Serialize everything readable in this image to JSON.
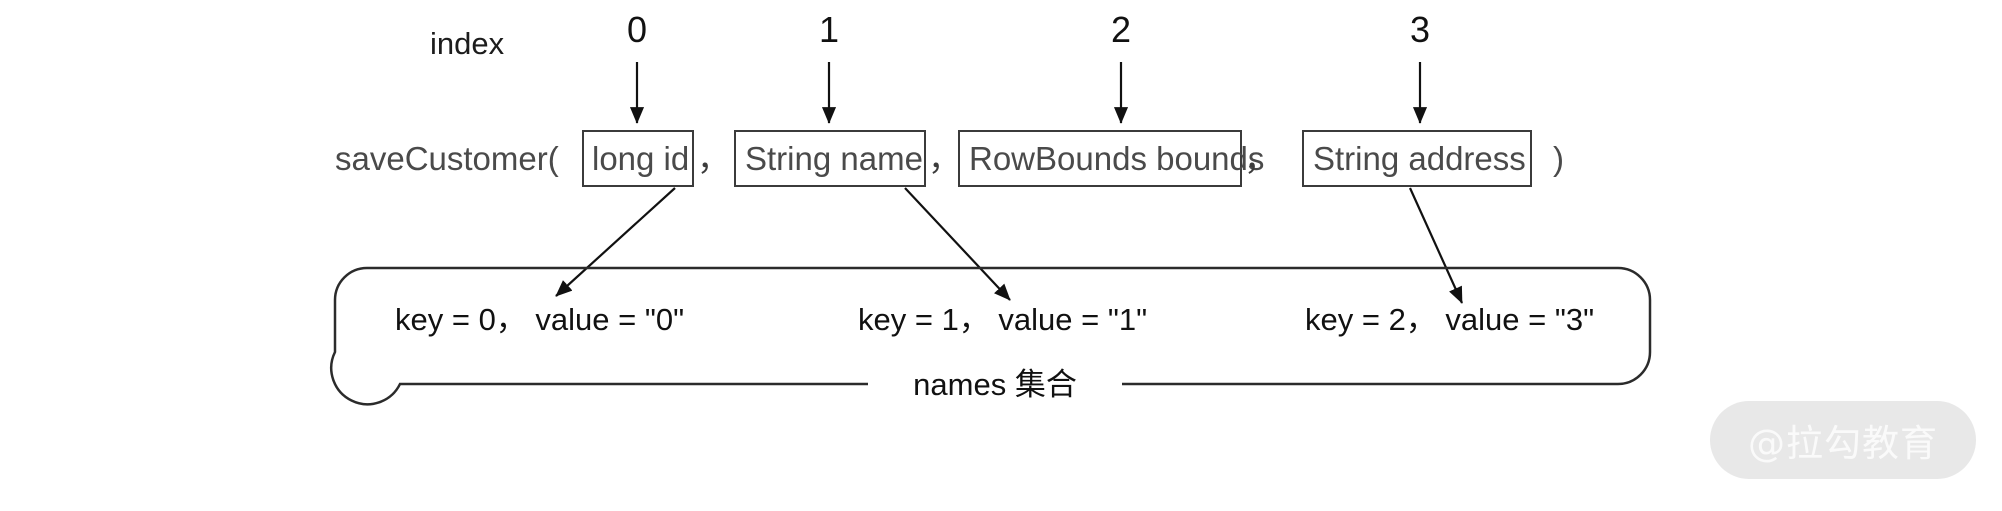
{
  "diagram": {
    "index_row": {
      "label": "index",
      "numbers": [
        "0",
        "1",
        "2",
        "3"
      ]
    },
    "signature": {
      "method_name": "saveCustomer(",
      "close_paren": ")",
      "separator": "，",
      "params": [
        {
          "text": "long id",
          "index": "0"
        },
        {
          "text": "String name",
          "index": "1"
        },
        {
          "text": "RowBounds bounds",
          "index": "2"
        },
        {
          "text": "String address",
          "index": "3"
        }
      ]
    },
    "collection": {
      "title": "names 集合",
      "entries": [
        {
          "key_part": "key = 0，",
          "value_part": "value = \"0\"",
          "full": "key = 0，  value = \"0\""
        },
        {
          "key_part": "key = 1，",
          "value_part": "value = \"1\"",
          "full": "key = 1，  value = \"1\""
        },
        {
          "key_part": "key = 2，",
          "value_part": "value = \"3\"",
          "full": "key = 2，  value = \"3\""
        }
      ]
    },
    "mapping_arrows": [
      {
        "from_param": "long id",
        "to_entry": "key = 0，  value = \"0\""
      },
      {
        "from_param": "String name",
        "to_entry": "key = 1，  value = \"1\""
      },
      {
        "from_param": "String address",
        "to_entry": "key = 2，  value = \"3\""
      }
    ],
    "watermark": "@拉勾教育",
    "colors": {
      "background": "#ffffff",
      "box_stroke": "#3b3b3b",
      "container_stroke": "#2b2b2b",
      "signature_text": "#4a4a4a",
      "entry_text": "#111111",
      "watermark_pill": "#e8e8e8",
      "watermark_text": "#fafafa"
    }
  }
}
